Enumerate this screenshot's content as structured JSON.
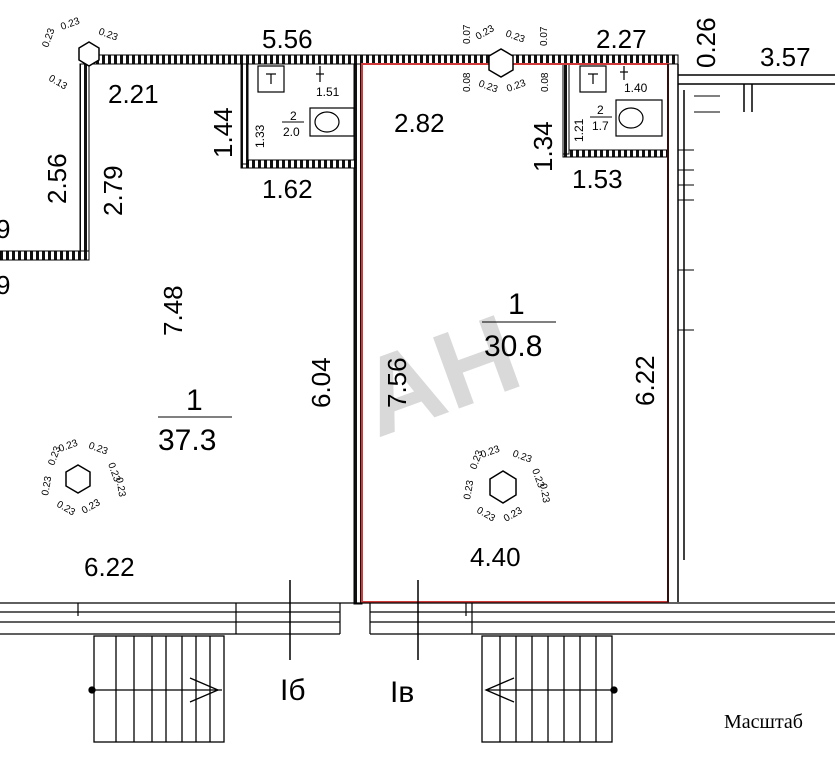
{
  "title": "",
  "dimensions": {
    "top_left_wall": "5.56",
    "top_right_wall": "2.27",
    "top_small_wall": "0.26",
    "top_far_right": "3.57",
    "left_top_segment": "2.21",
    "left_vertical_a": "2.56",
    "left_vertical_b": "2.79",
    "left_edge_a": "9",
    "left_edge_b": "9",
    "wc1_height": "1.44",
    "wc1_width": "1.62",
    "wc1_inner_height": "1.33",
    "wc1_inner_width": "1.51",
    "room1_left_height": "7.48",
    "room1_partition": "6.04",
    "room1_bottom": "6.22",
    "room2_top": "2.82",
    "room2_left": "7.56",
    "room2_right": "6.22",
    "room2_bottom": "4.40",
    "wc2_height": "1.34",
    "wc2_width": "1.53",
    "wc2_inner_height": "1.21",
    "wc2_inner_width": "1.40"
  },
  "rooms": [
    {
      "number": "1",
      "area": "37.3"
    },
    {
      "number": "1",
      "area": "30.8"
    },
    {
      "number": "2",
      "area": "2.0"
    },
    {
      "number": "2",
      "area": "1.7"
    }
  ],
  "column_labels": {
    "value": "0.23",
    "left_a": "0.13",
    "top_mid_a": "0.07",
    "top_mid_b": "0.07",
    "top_mid_c": "0.08",
    "top_mid_d": "0.08"
  },
  "entrances": {
    "left": "Iб",
    "right": "Iв"
  },
  "watermark": "АН",
  "scale_label": "Масштаб"
}
